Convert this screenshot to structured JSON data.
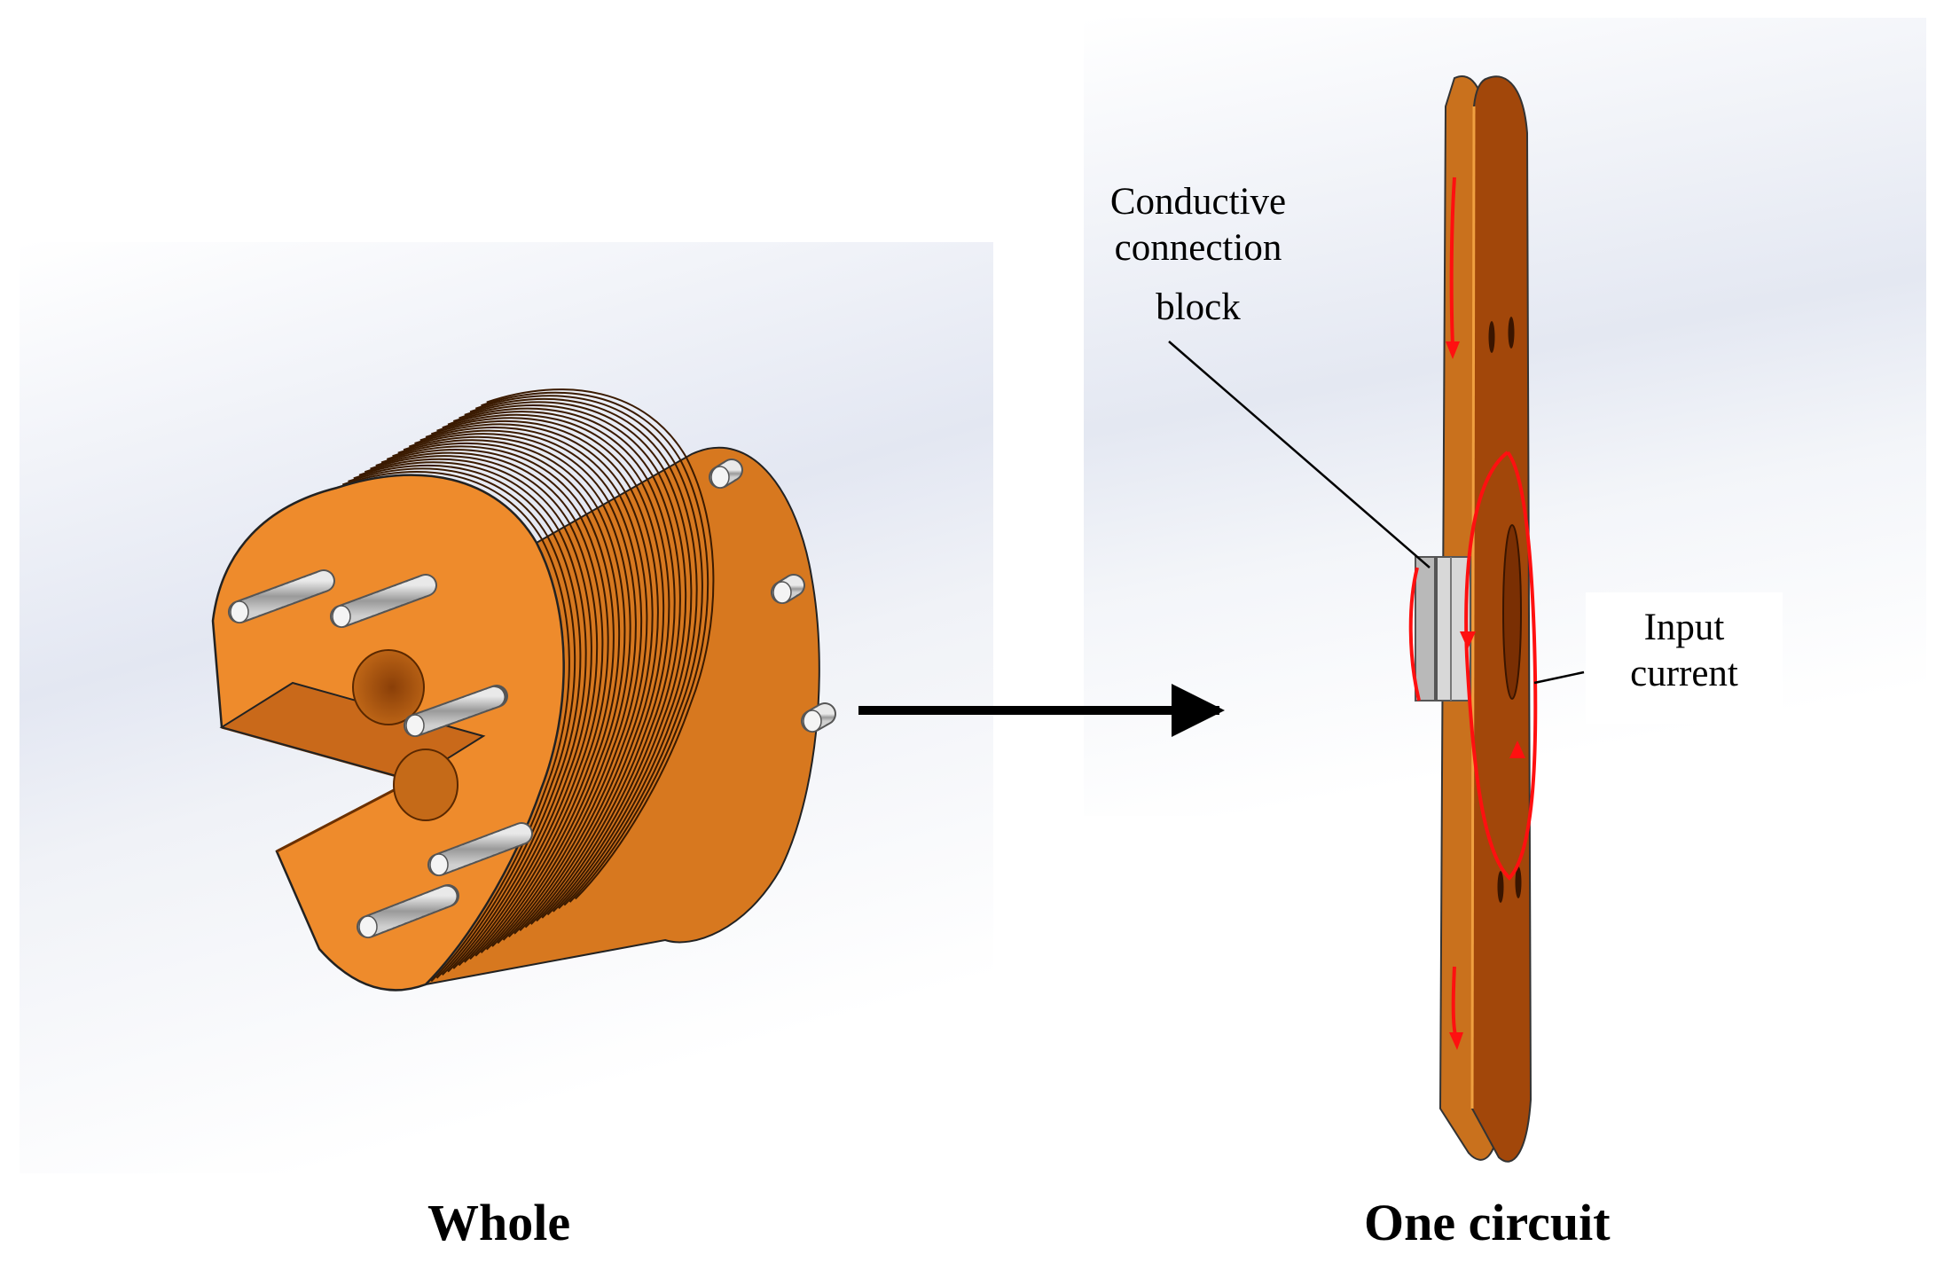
{
  "captions": {
    "left": "Whole",
    "right": "One circuit"
  },
  "callouts": {
    "connection_block": {
      "line1": "Conductive",
      "line2": "connection",
      "line3": "block"
    },
    "input_current": {
      "line1": "Input",
      "line2": "current"
    }
  },
  "colors": {
    "coil_face": "#ee8b2c",
    "coil_side": "#d7781f",
    "disk_front": "#a2470a",
    "disk_back": "#c9711d",
    "current_arrow": "#ff1010",
    "pin": "#c8c8c8"
  },
  "coil": {
    "plate_count": 28,
    "pin_count": 8
  }
}
